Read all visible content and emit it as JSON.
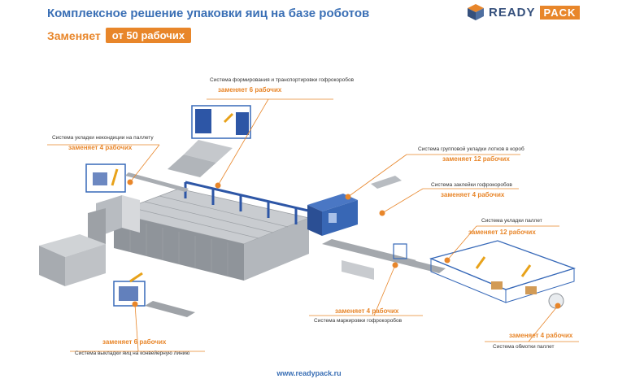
{
  "header": {
    "title": "Комплексное решение упаковки яиц на базе роботов",
    "subtitle_prefix": "Заменяет",
    "subtitle_highlight": "от 50 рабочих"
  },
  "logo": {
    "part1": "READY",
    "part2": "PACK",
    "colors": {
      "dark": "#35507c",
      "accent": "#e8862a"
    }
  },
  "callouts": [
    {
      "id": "tray-forming",
      "label": "Система формирования и транспортировки гофрокоробов",
      "value": "заменяет 6 рабочих"
    },
    {
      "id": "pallet-reject",
      "label": "Система укладки некондиции на паллету",
      "value": "заменяет 4 рабочих"
    },
    {
      "id": "group-packing",
      "label": "Система групповой укладки лотков в короб",
      "value": "заменяет 12 рабочих"
    },
    {
      "id": "box-sealing",
      "label": "Система заклейки гофрокоробов",
      "value": "заменяет 4 рабочих"
    },
    {
      "id": "palletizing",
      "label": "Система укладки паллет",
      "value": "заменяет 12 рабочих"
    },
    {
      "id": "marking",
      "label": "Система маркировки гофрокоробов",
      "value": "заменяет 4 рабочих"
    },
    {
      "id": "egg-unloading",
      "label": "Система выкладки яиц на конвейерную линию",
      "value": "заменяет 6 рабочих"
    },
    {
      "id": "wrapping",
      "label": "Система обмотки паллет",
      "value": "заменяет 4 рабочих"
    }
  ],
  "footer": {
    "url": "www.readypack.ru"
  }
}
